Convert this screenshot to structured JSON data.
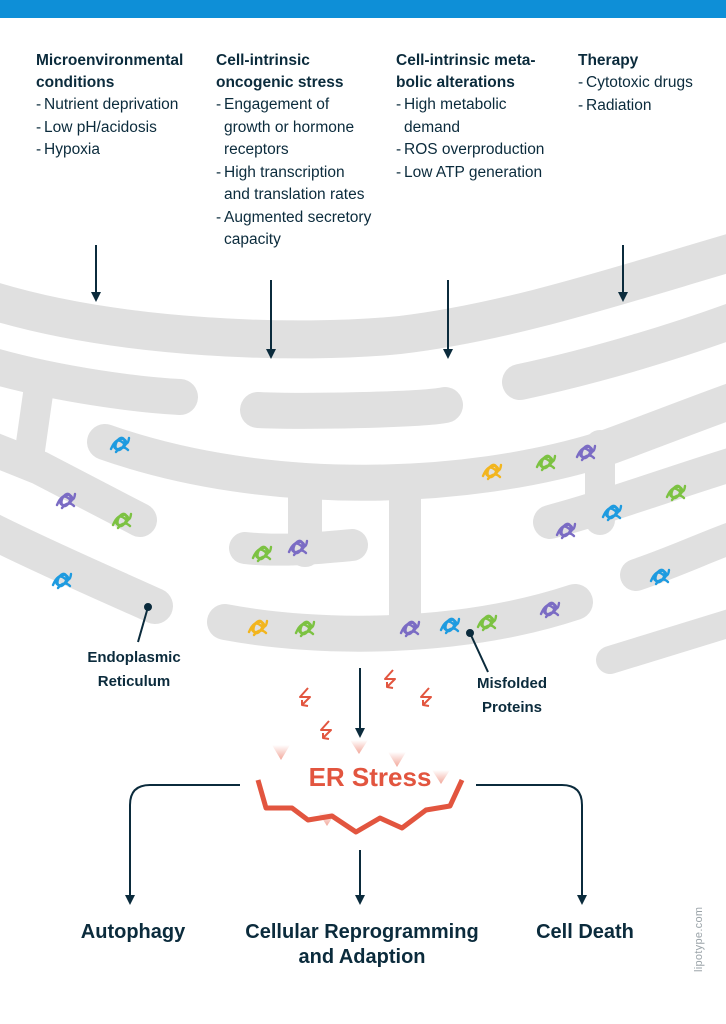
{
  "colors": {
    "accent": "#0e8fd7",
    "er": "#e0e0e0",
    "stress": "#e2553f",
    "arrow": "#0b2b3c"
  },
  "columns": [
    {
      "title": "Microenvironmental\nconditions",
      "items": [
        "Nutrient deprivation",
        "Low pH/acidosis",
        "Hypoxia"
      ]
    },
    {
      "title": "Cell-intrinsic\noncogenic stress",
      "items": [
        "Engagement of\ngrowth or hormone\nreceptors",
        "High transcription\nand translation rates",
        "Augmented secretory\ncapacity"
      ]
    },
    {
      "title": "Cell-intrinsic meta-\nbolic alterations",
      "items": [
        "High metabolic\ndemand",
        "ROS overproduction",
        "Low ATP generation"
      ]
    },
    {
      "title": "Therapy",
      "items": [
        "Cytotoxic drugs",
        "Radiation"
      ]
    }
  ],
  "labels": {
    "er": "Endoplasmic\nReticulum",
    "misfolded": "Misfolded\nProteins",
    "stress": "ER Stress"
  },
  "outcomes": {
    "left": "Autophagy",
    "center": "Cellular Reprogramming\nand Adaption",
    "right": "Cell Death"
  },
  "protein_colors": {
    "blue": "#1e9be0",
    "purple": "#7b6cc4",
    "green": "#7cc242",
    "yellow": "#f2b51e"
  },
  "icons": [
    "arrow-down-icon",
    "lightning-icon",
    "misfolded-protein-icon"
  ],
  "watermark": "lipotype.com"
}
